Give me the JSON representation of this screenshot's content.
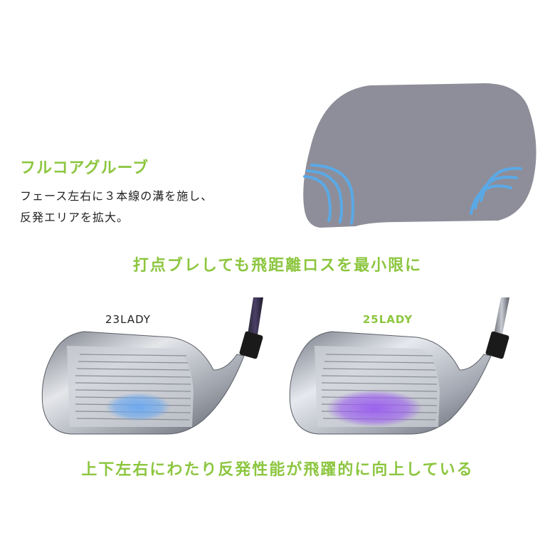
{
  "feature": {
    "title": "フルコアグルーブ",
    "description_line1": "フェース左右に３本線の溝を施し、",
    "description_line2": "反発エリアを拡大。"
  },
  "headline": "打点ブレしても飛距離ロスを最小限に",
  "models": {
    "old_label": "23LADY",
    "new_label": "25LADY"
  },
  "conclusion": "上下左右にわたり反発性能が飛躍的に向上している",
  "colors": {
    "accent": "#8cc63f",
    "face_gray": "#8e8e9a",
    "groove_blue": "#5aa9e6",
    "sweet_blue": "#6aa8f0",
    "sweet_purple": "#9a5cf0"
  }
}
